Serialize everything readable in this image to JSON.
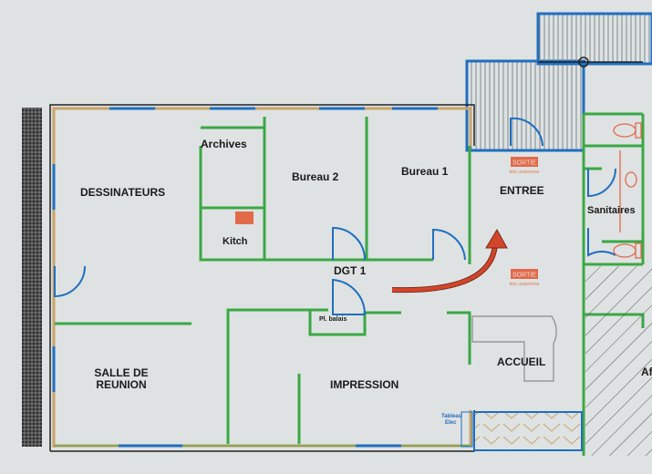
{
  "rooms": {
    "dessinateurs": "DESSINATEURS",
    "archives": "Archives",
    "bureau2": "Bureau 2",
    "bureau1": "Bureau 1",
    "entree": "ENTREE",
    "sanitaires": "Sanitaires",
    "kitch": "Kitch",
    "dgt1": "DGT 1",
    "pl_balais": "Pl. balais",
    "accueil": "ACCUEIL",
    "salle_line1": "SALLE DE",
    "salle_line2": "REUNION",
    "impression": "IMPRESSION",
    "tableau_line1": "Tableau",
    "tableau_line2": "Elec",
    "cut_off": "Af"
  },
  "signs": [
    {
      "title": "SORTIE",
      "subtitle": "bloc autonome"
    },
    {
      "title": "SORTIE",
      "subtitle": "bloc autonome"
    }
  ],
  "colors": {
    "wall": "#3aa845",
    "door": "#1f6fc0",
    "outer_wall": "#c8a46a",
    "arrow": "#d2452a",
    "sign": "#e2694a"
  }
}
